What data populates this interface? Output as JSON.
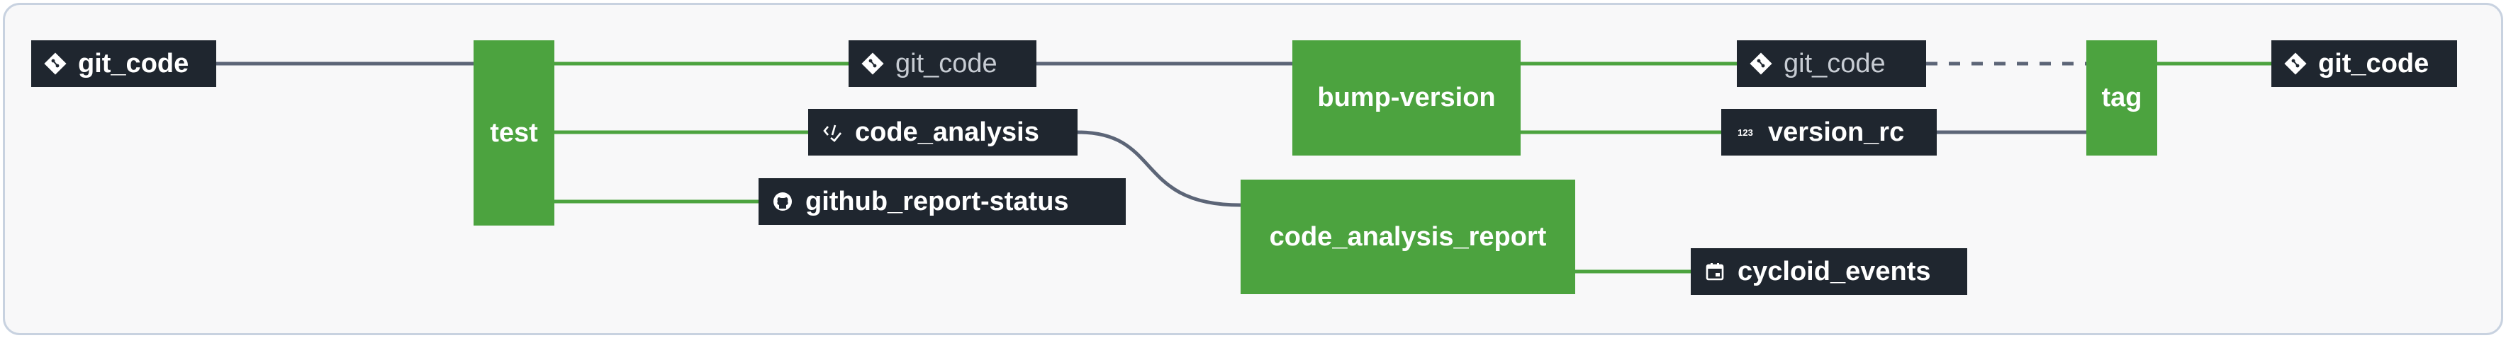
{
  "jobs": {
    "test": "test",
    "bump_version": "bump-version",
    "tag": "tag",
    "code_analysis_report": "code_analysis_report"
  },
  "resources": {
    "git_code_input": "git_code",
    "git_code_test_out": "git_code",
    "code_analysis": "code_analysis",
    "github_report_status": "github_report-status",
    "git_code_bump_out": "git_code",
    "version_rc": "version_rc",
    "git_code_final": "git_code",
    "cycloid_events": "cycloid_events"
  },
  "icons": {
    "git": "git-icon",
    "code_analysis": "code-check-icon",
    "github": "github-icon",
    "version": "number-123-icon",
    "events": "calendar-icon"
  },
  "colors": {
    "job": "#4ca33f",
    "resource": "#1f262f",
    "edge_success": "#4ca33f",
    "edge_neutral": "#5c6577",
    "frame_border": "#c8d2e0"
  }
}
